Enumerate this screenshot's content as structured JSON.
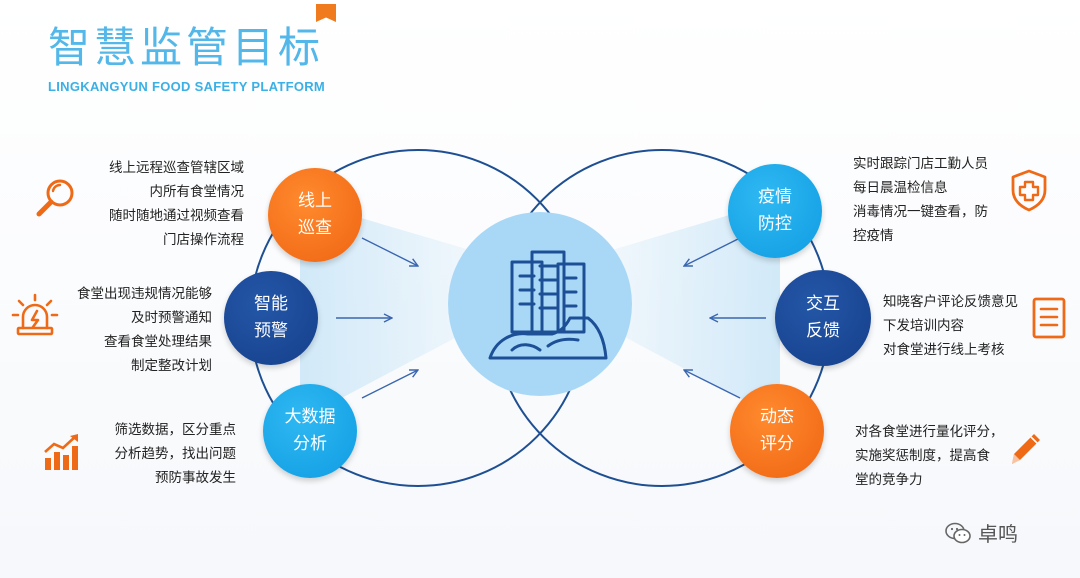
{
  "header": {
    "title": "智慧监管目标",
    "subtitle": "LINGKANGYUN FOOD SAFETY  PLATFORM"
  },
  "colors": {
    "orange": "#ef6a16",
    "navy": "#1a4a97",
    "cyan": "#16a5ea",
    "ring": "#1e4f92",
    "center": "#a9d8f6",
    "beam": "#cfe8f8"
  },
  "nodes": [
    {
      "id": "online-inspection",
      "label": "线上\n巡查",
      "color": "orange",
      "icon": "magnifier-icon",
      "desc": [
        "线上远程巡查管辖区域",
        "内所有食堂情况",
        "随时随地通过视频查看",
        "门店操作流程"
      ]
    },
    {
      "id": "smart-alert",
      "label": "智能\n预警",
      "color": "navy",
      "icon": "alarm-light-icon",
      "desc": [
        "食堂出现违规情况能够",
        "及时预警通知",
        "查看食堂处理结果",
        "制定整改计划"
      ]
    },
    {
      "id": "big-data",
      "label": "大数据\n分析",
      "color": "cyan",
      "icon": "bar-chart-icon",
      "desc": [
        "筛选数据，区分重点",
        "分析趋势，找出问题",
        "预防事故发生"
      ]
    },
    {
      "id": "epidemic-control",
      "label": "疫情\n防控",
      "color": "cyan",
      "icon": "shield-cross-icon",
      "desc": [
        "实时跟踪门店工勤人员",
        "每日晨温检信息",
        "消毒情况一键查看，防",
        "控疫情"
      ]
    },
    {
      "id": "feedback",
      "label": "交互\n反馈",
      "color": "navy",
      "icon": "document-icon",
      "desc": [
        "知晓客户评论反馈意见",
        "下发培训内容",
        "对食堂进行线上考核"
      ]
    },
    {
      "id": "scoring",
      "label": "动态\n评分",
      "color": "orange",
      "icon": "pencil-icon",
      "desc": [
        "对各食堂进行量化评分，",
        "实施奖惩制度，提高食",
        "堂的竞争力"
      ]
    }
  ],
  "center": {
    "icon": "city-buildings-icon"
  },
  "watermark": {
    "icon": "wechat-icon",
    "text": "卓鸣"
  }
}
